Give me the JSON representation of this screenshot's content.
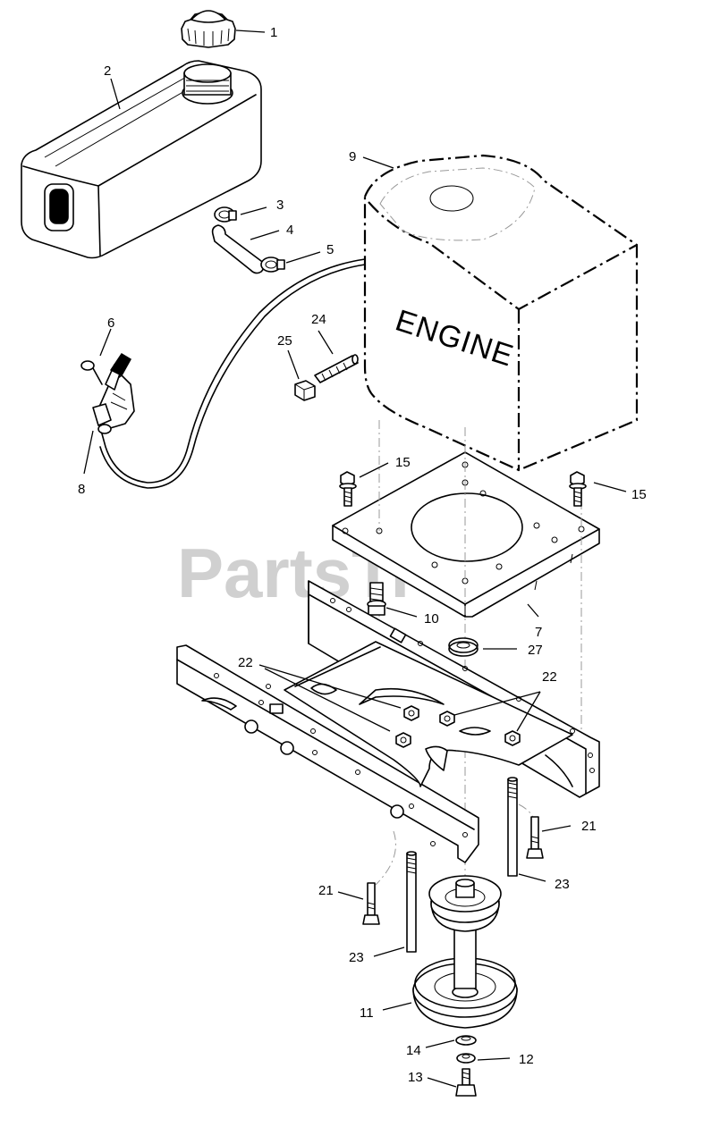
{
  "engine_label": "ENGINE",
  "watermark": "PartsTree",
  "watermark_tm": "™",
  "callouts": {
    "c1": "1",
    "c2": "2",
    "c3": "3",
    "c4": "4",
    "c5": "5",
    "c6": "6",
    "c7": "7",
    "c8": "8",
    "c9": "9",
    "c10": "10",
    "c11": "11",
    "c12": "12",
    "c13": "13",
    "c14": "14",
    "c15a": "15",
    "c15b": "15",
    "c21a": "21",
    "c21b": "21",
    "c22a": "22",
    "c22b": "22",
    "c23a": "23",
    "c23b": "23",
    "c24": "24",
    "c25": "25",
    "c27": "27"
  }
}
